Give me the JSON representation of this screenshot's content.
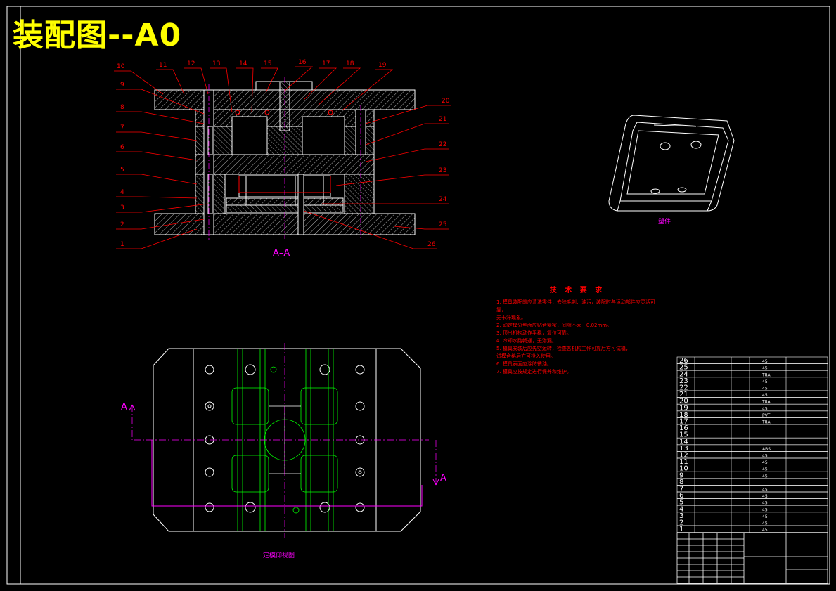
{
  "title": "装配图--A0",
  "section_label": "A–A",
  "plan_labels": {
    "cut_left": "A",
    "cut_right": "A"
  },
  "part_view_label": "塑件",
  "plan_view_label": "定模仰视图",
  "callouts": [
    "1",
    "2",
    "3",
    "4",
    "5",
    "6",
    "7",
    "8",
    "9",
    "10",
    "11",
    "12",
    "13",
    "14",
    "15",
    "16",
    "17",
    "18",
    "19",
    "20",
    "21",
    "22",
    "23",
    "24",
    "25",
    "26"
  ],
  "tech_requirements": {
    "title": "技 术 要 求",
    "items": [
      "1. 模具装配前应清洗零件，去除毛刺、油污，装配时各运动部件应灵活可靠，",
      "   无卡滞现象。",
      "2. 动定模分型面应贴合紧密，间隙不大于0.02mm。",
      "3. 顶出机构动作平稳，复位可靠。",
      "4. 冷却水路畅通，无渗漏。",
      "5. 模具安装后应先空运转，检查各机构工作可靠后方可试模，",
      "   试模合格后方可投入使用。",
      "6. 模具表面应涂防锈油。",
      "7. 模具应按规定进行保养和维护。"
    ]
  },
  "bom_rows": [
    {
      "no": "26",
      "name": "",
      "qty": "",
      "mat": "45",
      "note": ""
    },
    {
      "no": "25",
      "name": "",
      "qty": "",
      "mat": "45",
      "note": ""
    },
    {
      "no": "24",
      "name": "",
      "qty": "",
      "mat": "T8A",
      "note": ""
    },
    {
      "no": "23",
      "name": "",
      "qty": "",
      "mat": "45",
      "note": ""
    },
    {
      "no": "22",
      "name": "",
      "qty": "",
      "mat": "45",
      "note": ""
    },
    {
      "no": "21",
      "name": "",
      "qty": "",
      "mat": "45",
      "note": ""
    },
    {
      "no": "20",
      "name": "",
      "qty": "",
      "mat": "T8A",
      "note": ""
    },
    {
      "no": "19",
      "name": "",
      "qty": "",
      "mat": "45",
      "note": ""
    },
    {
      "no": "18",
      "name": "",
      "qty": "",
      "mat": "PVT",
      "note": ""
    },
    {
      "no": "17",
      "name": "",
      "qty": "",
      "mat": "T8A",
      "note": ""
    },
    {
      "no": "16",
      "name": "",
      "qty": "",
      "mat": "",
      "note": ""
    },
    {
      "no": "15",
      "name": "",
      "qty": "",
      "mat": "",
      "note": ""
    },
    {
      "no": "14",
      "name": "",
      "qty": "",
      "mat": "",
      "note": ""
    },
    {
      "no": "13",
      "name": "",
      "qty": "",
      "mat": "ABS",
      "note": ""
    },
    {
      "no": "12",
      "name": "",
      "qty": "",
      "mat": "45",
      "note": ""
    },
    {
      "no": "11",
      "name": "",
      "qty": "",
      "mat": "45",
      "note": ""
    },
    {
      "no": "10",
      "name": "",
      "qty": "",
      "mat": "45",
      "note": ""
    },
    {
      "no": "9",
      "name": "",
      "qty": "",
      "mat": "45",
      "note": ""
    },
    {
      "no": "8",
      "name": "",
      "qty": "",
      "mat": "",
      "note": ""
    },
    {
      "no": "7",
      "name": "",
      "qty": "",
      "mat": "45",
      "note": ""
    },
    {
      "no": "6",
      "name": "",
      "qty": "",
      "mat": "45",
      "note": ""
    },
    {
      "no": "5",
      "name": "",
      "qty": "",
      "mat": "45",
      "note": ""
    },
    {
      "no": "4",
      "name": "",
      "qty": "",
      "mat": "45",
      "note": ""
    },
    {
      "no": "3",
      "name": "",
      "qty": "",
      "mat": "45",
      "note": ""
    },
    {
      "no": "2",
      "name": "",
      "qty": "",
      "mat": "45",
      "note": ""
    },
    {
      "no": "1",
      "name": "",
      "qty": "",
      "mat": "45",
      "note": ""
    }
  ],
  "colors": {
    "frame": "#ffffff",
    "title": "#ffff00",
    "callout": "#ff0000",
    "centerline": "#ff00ff",
    "guide": "#00ff00",
    "hatch": "#ffffff"
  }
}
